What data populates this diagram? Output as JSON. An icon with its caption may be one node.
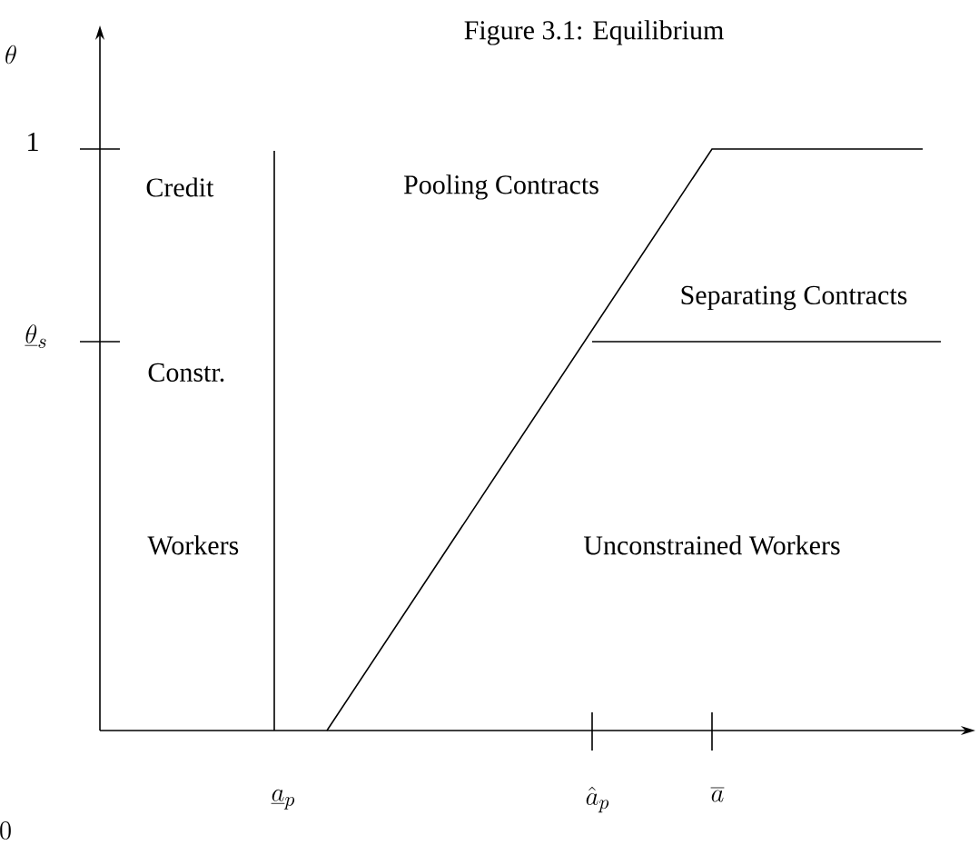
{
  "diagram": {
    "title": "Figure 3.1: Equilibrium",
    "labels": [
      "\\theta",
      "1",
      "\\underline{\\theta}_s",
      "Credit",
      "Pooling Contracts",
      "Separating Contracts",
      "Constr.",
      "Workers",
      "Unconstrained Workers",
      "0",
      "\\underline{a}_p",
      "\\hat{a}_p",
      "\\overline{a}"
    ]
  }
}
